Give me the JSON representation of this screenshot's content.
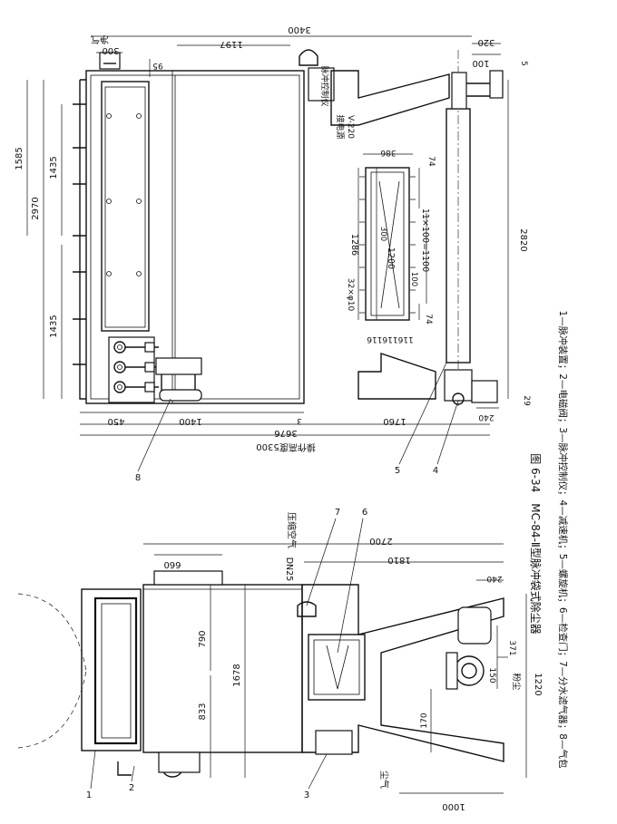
{
  "figure_title": "图 6-34　MC-84-Ⅱ型脉冲袋式除尘器",
  "legend": "1—脉冲装置；2—电磁阀；3—脉冲控制仪；4—减速机；5—螺旋机；6—检查门；7—分水滤气器；8—气包",
  "top_view": {
    "dims": {
      "d3400": "3400",
      "d1197": "1197",
      "d320": "320",
      "d100": "100",
      "d300": "300",
      "d95": "95",
      "d5": "5",
      "d1585": "1585",
      "d1435a": "1435",
      "d2970": "2970",
      "d1435b": "1435",
      "d2820": "2820",
      "d386": "386",
      "d74a": "74",
      "d1286": "1286",
      "d1200": "1200",
      "d300b": "300",
      "d11x100": "11×100=1100",
      "d100b": "100",
      "d32x10": "32×φ10",
      "d74b": "74",
      "d116": "116116116",
      "d450": "450",
      "d1400": "1400",
      "d3": "3",
      "d1760": "1760",
      "d240": "240",
      "d29": "29",
      "d3676": "3676",
      "d5300": "操作高度5300"
    },
    "labels": {
      "clean_air": "净气",
      "pulse_ctrl": "脉冲控制仪",
      "power": "接电源",
      "voltage": "V-220"
    },
    "callouts": {
      "c8": "8",
      "c5": "5",
      "c4": "4"
    }
  },
  "side_view": {
    "dims": {
      "d660": "660",
      "d2700": "2700",
      "d1810": "1810",
      "d240": "240",
      "d790": "790",
      "d1678": "1678",
      "d833": "833",
      "d371": "371",
      "d150": "150",
      "d1220": "1220",
      "d170": "170",
      "d1000": "1000"
    },
    "labels": {
      "compressed_air": "压缩空气",
      "dn25": "DN25",
      "dust": "粉尘",
      "dust_air": "尘气"
    },
    "callouts": {
      "c7": "7",
      "c6": "6",
      "c3": "3",
      "c2": "2",
      "c1": "1"
    }
  }
}
